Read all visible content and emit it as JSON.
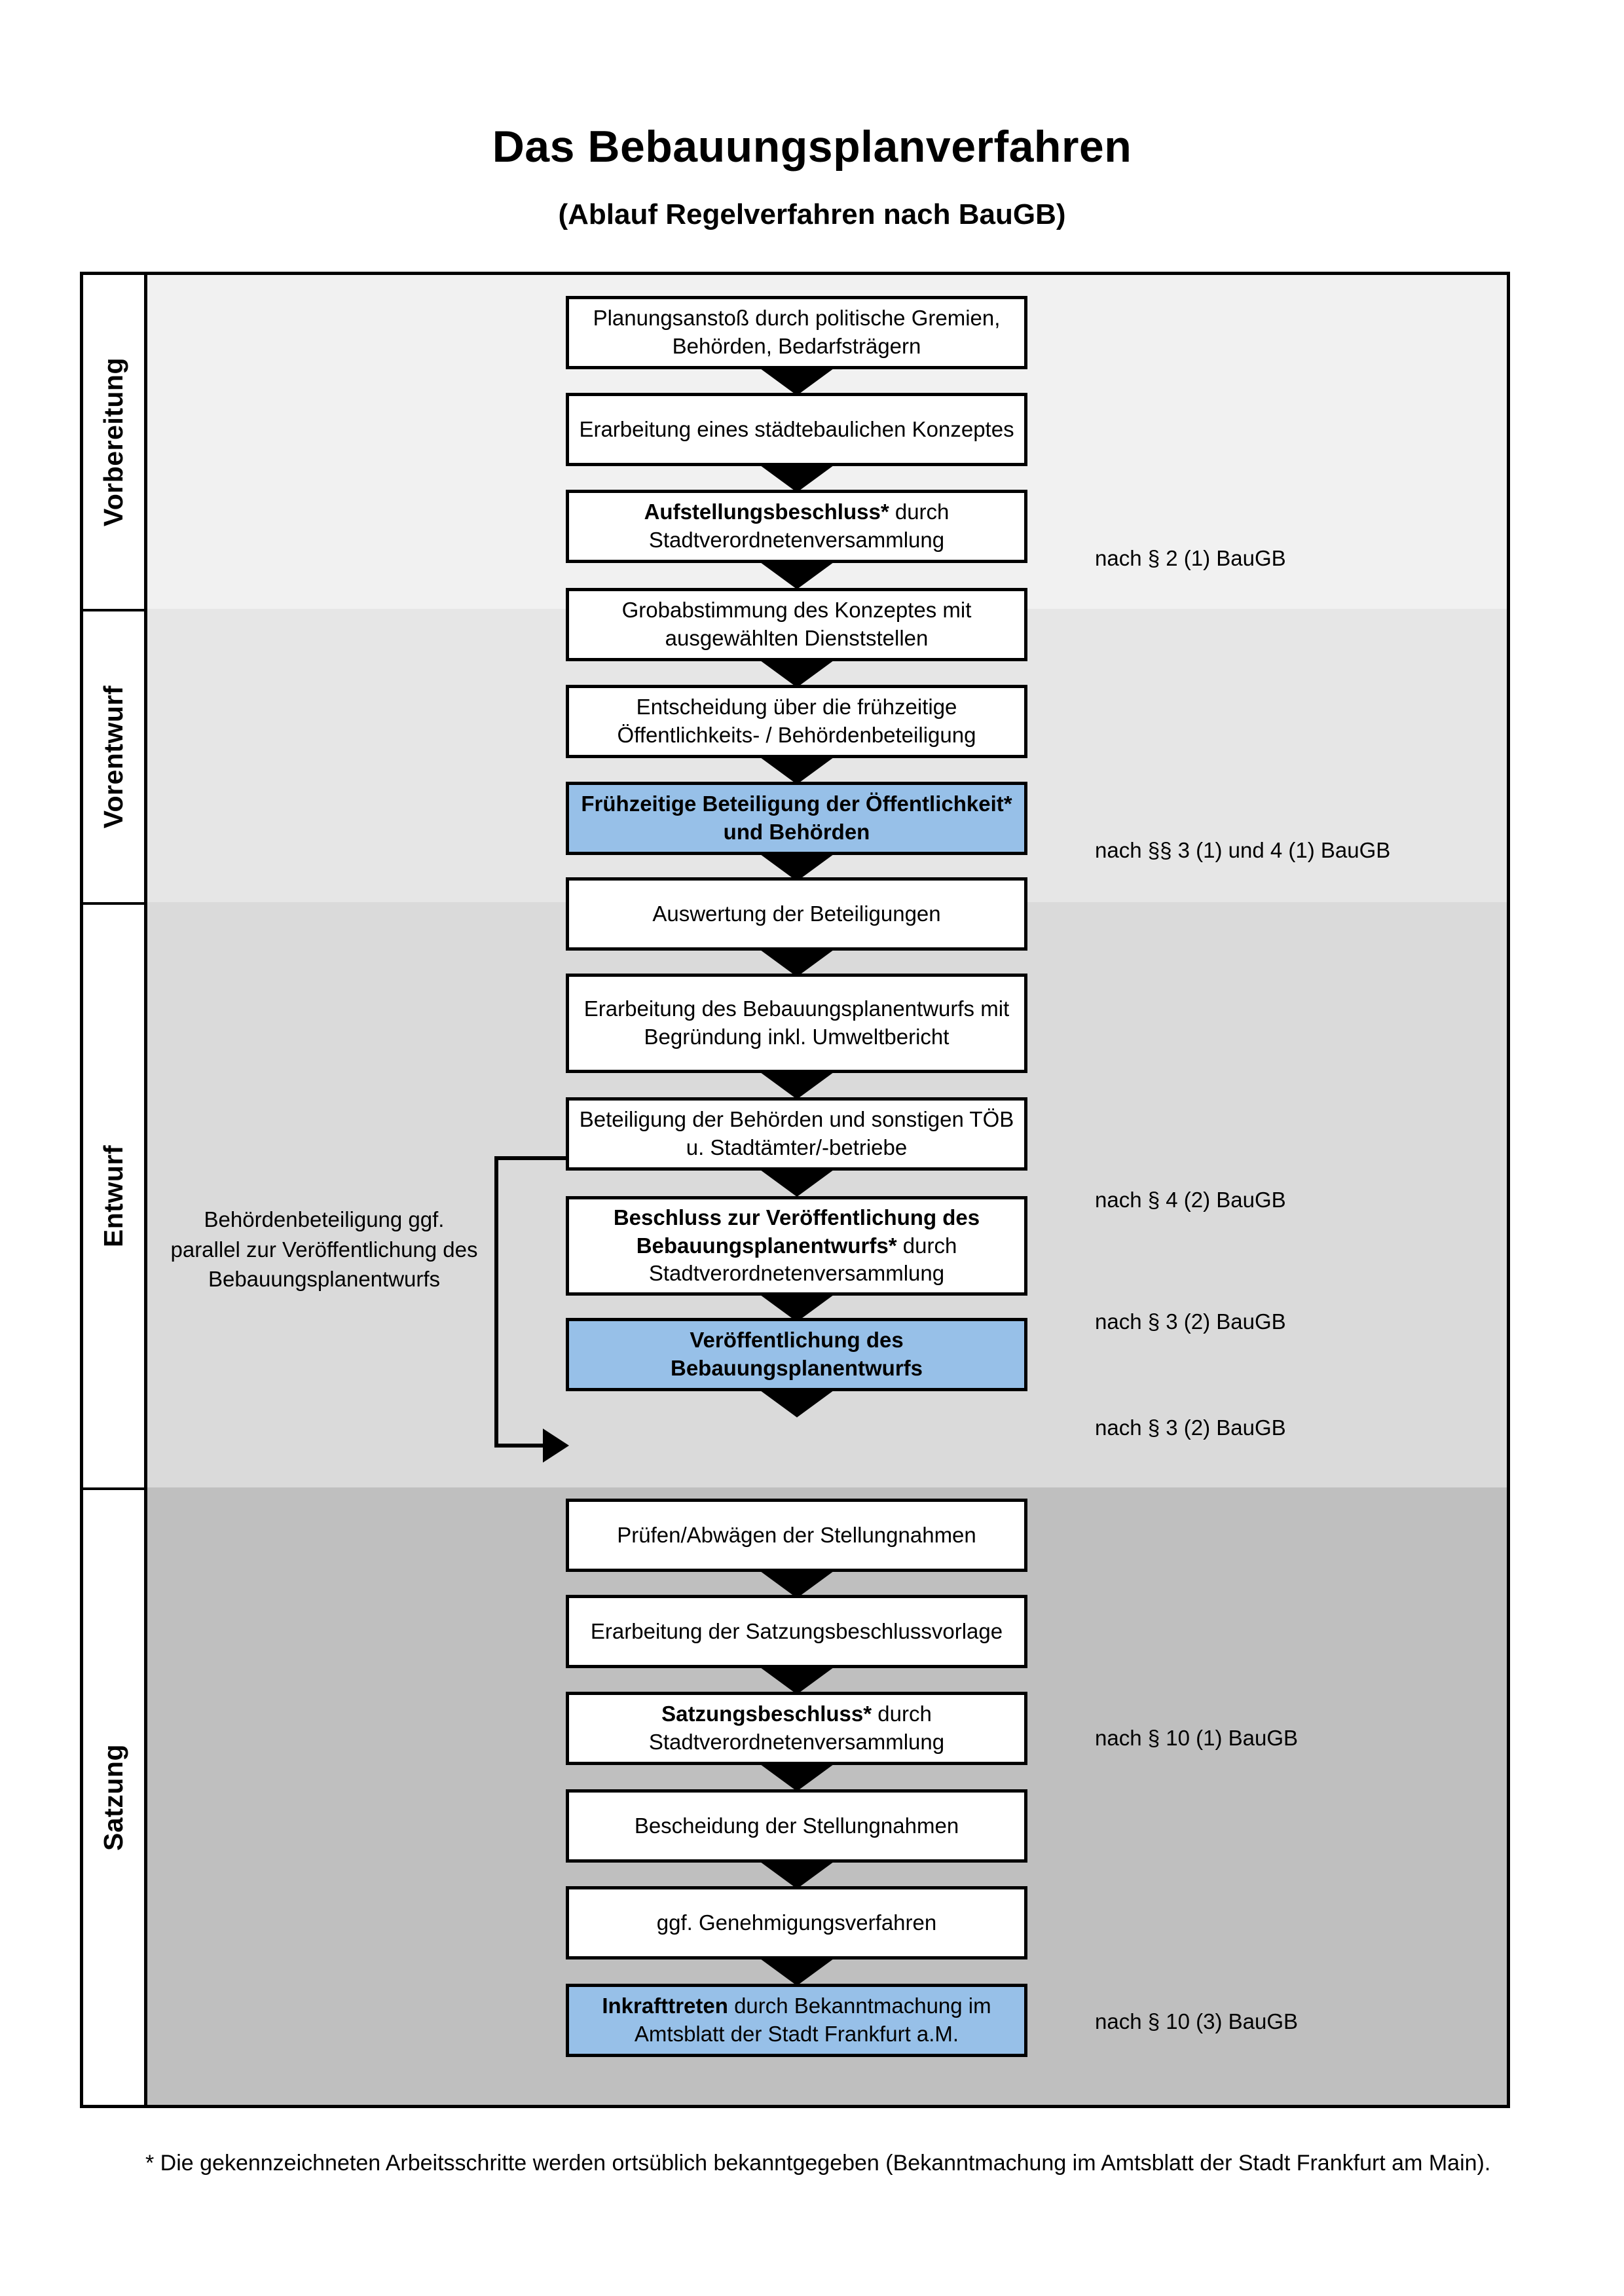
{
  "title": {
    "main": "Das Bebauungsplanverfahren",
    "sub": "(Ablauf Regelverfahren nach BauGB)"
  },
  "phases": [
    {
      "label": "Vorbereitung"
    },
    {
      "label": "Vorentwurf"
    },
    {
      "label": "Entwurf"
    },
    {
      "label": "Satzung"
    }
  ],
  "steps": [
    {
      "id": "s1",
      "text": "Planungsanstoß durch politische Gremien, Behörden, Bedarfsträgern",
      "bold": "",
      "highlight": false
    },
    {
      "id": "s2",
      "text": "Erarbeitung eines städtebaulichen Konzeptes",
      "bold": "",
      "highlight": false
    },
    {
      "id": "s3",
      "bold": "Aufstellungsbeschluss*",
      "text": " durch Stadtverordnetenversammlung",
      "highlight": false
    },
    {
      "id": "s4",
      "text": "Grobabstimmung des Konzeptes mit ausgewählten Dienststellen",
      "bold": "",
      "highlight": false
    },
    {
      "id": "s5",
      "text": "Entscheidung über die frühzeitige Öffentlichkeits- / Behördenbeteiligung",
      "bold": "",
      "highlight": false
    },
    {
      "id": "s6",
      "bold": "Frühzeitige Beteiligung der Öffentlichkeit* und Behörden",
      "text": "",
      "highlight": true
    },
    {
      "id": "s7",
      "text": "Auswertung der Beteiligungen",
      "bold": "",
      "highlight": false
    },
    {
      "id": "s8",
      "text": "Erarbeitung des Bebauungsplanentwurfs mit Begründung inkl. Umweltbericht",
      "bold": "",
      "highlight": false
    },
    {
      "id": "s9",
      "text": "Beteiligung der Behörden und sonstigen TÖB u. Stadtämter/-betriebe",
      "bold": "",
      "highlight": false
    },
    {
      "id": "s10",
      "bold": "Beschluss zur Veröffentlichung des Bebauungsplanentwurfs*",
      "text": " durch Stadtverordnetenversammlung",
      "highlight": false
    },
    {
      "id": "s11",
      "bold": "Veröffentlichung des Bebauungsplanentwurfs",
      "text": "",
      "highlight": true
    },
    {
      "id": "s12",
      "text": "Prüfen/Abwägen der Stellungnahmen",
      "bold": "",
      "highlight": false
    },
    {
      "id": "s13",
      "text": "Erarbeitung der Satzungsbeschlussvorlage",
      "bold": "",
      "highlight": false
    },
    {
      "id": "s14",
      "bold": "Satzungsbeschluss*",
      "text": " durch Stadtverordnetenversammlung",
      "highlight": false
    },
    {
      "id": "s15",
      "text": "Bescheidung der Stellungnahmen",
      "bold": "",
      "highlight": false
    },
    {
      "id": "s16",
      "text": "ggf. Genehmigungsverfahren",
      "bold": "",
      "highlight": false
    },
    {
      "id": "s17",
      "bold": "Inkrafttreten",
      "text": " durch Bekanntmachung im Amtsblatt der Stadt Frankfurt a.M.",
      "highlight": true
    }
  ],
  "legal_notes": [
    {
      "text": "nach § 2 (1) BauGB"
    },
    {
      "text": "nach §§ 3 (1) und 4 (1) BauGB"
    },
    {
      "text": "nach § 4 (2) BauGB"
    },
    {
      "text": "nach § 3 (2) BauGB"
    },
    {
      "text": "nach § 3 (2) BauGB"
    },
    {
      "text": "nach § 10 (1) BauGB"
    },
    {
      "text": "nach § 10 (3) BauGB"
    }
  ],
  "side_note": "Behördenbeteiligung ggf. parallel zur Veröffentlichung des Bebauungsplanentwurfs",
  "footnote": "* Die gekennzeichneten Arbeitsschritte werden ortsüblich bekanntgegeben (Bekanntmachung im Amtsblatt  der Stadt Frankfurt am Main).",
  "colors": {
    "highlight": "#97c0e8",
    "band_0": "#f1f1f1",
    "band_1": "#e6e6e6",
    "band_2": "#dadada",
    "band_3": "#bfbfbf"
  }
}
